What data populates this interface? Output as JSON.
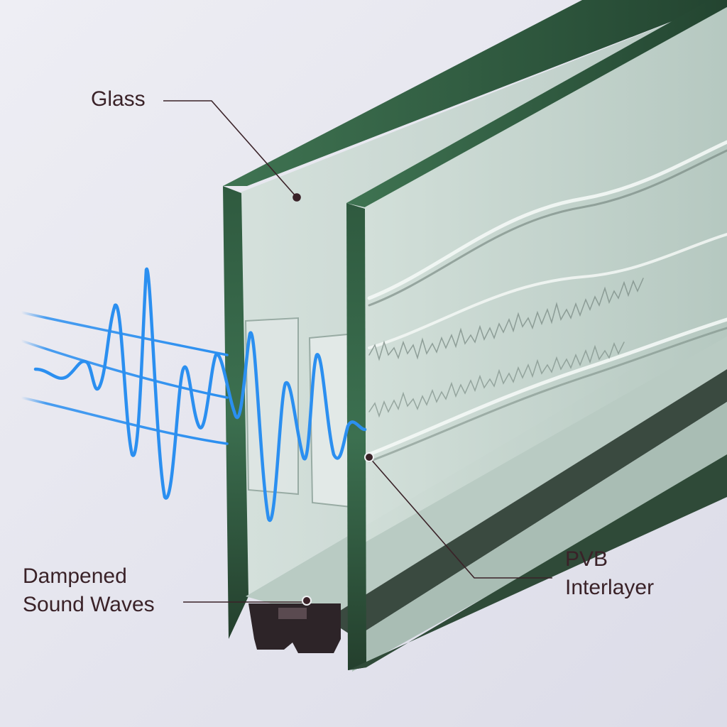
{
  "labels": {
    "glass": "Glass",
    "dampened": [
      "Dampened",
      "Sound Waves"
    ],
    "pvb": [
      "PVB",
      "Interlayer"
    ]
  },
  "colors": {
    "background": "#e9e9f2",
    "glass_face": "#c6d6d0",
    "glass_edge": "#2f5a3f",
    "sound_wave": "#2b8ff0",
    "callout_text": "#3a2228",
    "leader_line": "#3a2228"
  }
}
